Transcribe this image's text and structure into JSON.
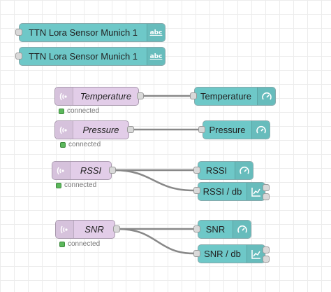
{
  "inject_nodes": [
    {
      "label": "TTN Lora Sensor Munich 1",
      "icon": "abc-icon",
      "icon_text": "abc"
    },
    {
      "label": "TTN Lora Sensor Munich 1",
      "icon": "abc-icon",
      "icon_text": "abc"
    }
  ],
  "input_nodes": [
    {
      "label": "Temperature",
      "status": "connected"
    },
    {
      "label": "Pressure",
      "status": "connected"
    },
    {
      "label": "RSSI",
      "status": "connected"
    },
    {
      "label": "SNR",
      "status": "connected"
    }
  ],
  "output_nodes": [
    {
      "label": "Temperature",
      "icon": "gauge-icon"
    },
    {
      "label": "Pressure",
      "icon": "gauge-icon"
    },
    {
      "label": "RSSI",
      "icon": "gauge-icon"
    },
    {
      "label": "RSSI / db",
      "icon": "chart-icon"
    },
    {
      "label": "SNR",
      "icon": "gauge-icon"
    },
    {
      "label": "SNR / db",
      "icon": "chart-icon"
    }
  ],
  "colors": {
    "output_node": "#6ec8c8",
    "input_node": "#e2cde8",
    "wire": "#888888",
    "status_connected": "#5cb85c"
  }
}
